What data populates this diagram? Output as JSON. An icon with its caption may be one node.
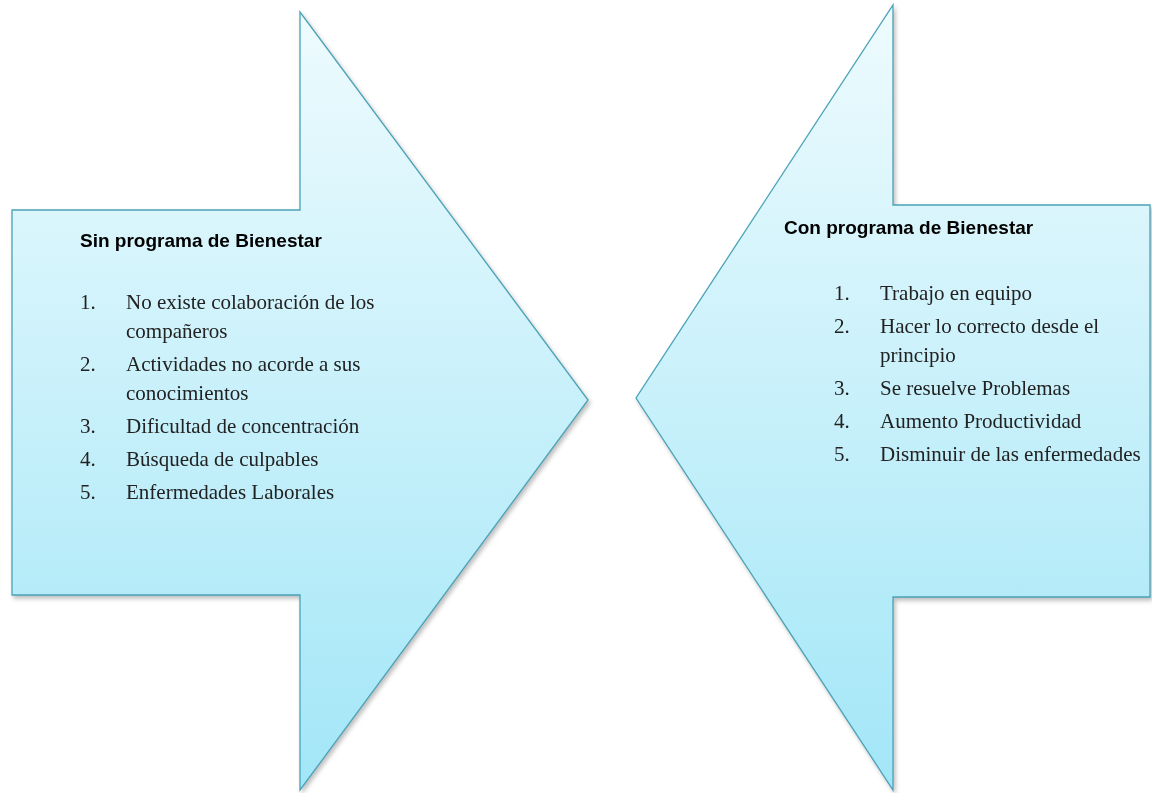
{
  "diagram": {
    "nodes": [
      {
        "text": [
          "Sin programa de Bienestar",
          "1. No existe colaboración de los compañeros",
          "2. Actividades no acorde a sus conocimientos",
          "3. Dificultad de concentración",
          "4. Búsqueda de culpables",
          "5. Enfermedades Laborales"
        ]
      },
      {
        "text": [
          "Con programa de Bienestar",
          "1. Trabajo en equipo",
          "2. Hacer lo correcto desde el principio",
          "3. Se resuelve Problemas",
          "4. Aumento Productividad",
          "5. Disminuir de las enfermedades"
        ]
      }
    ]
  }
}
